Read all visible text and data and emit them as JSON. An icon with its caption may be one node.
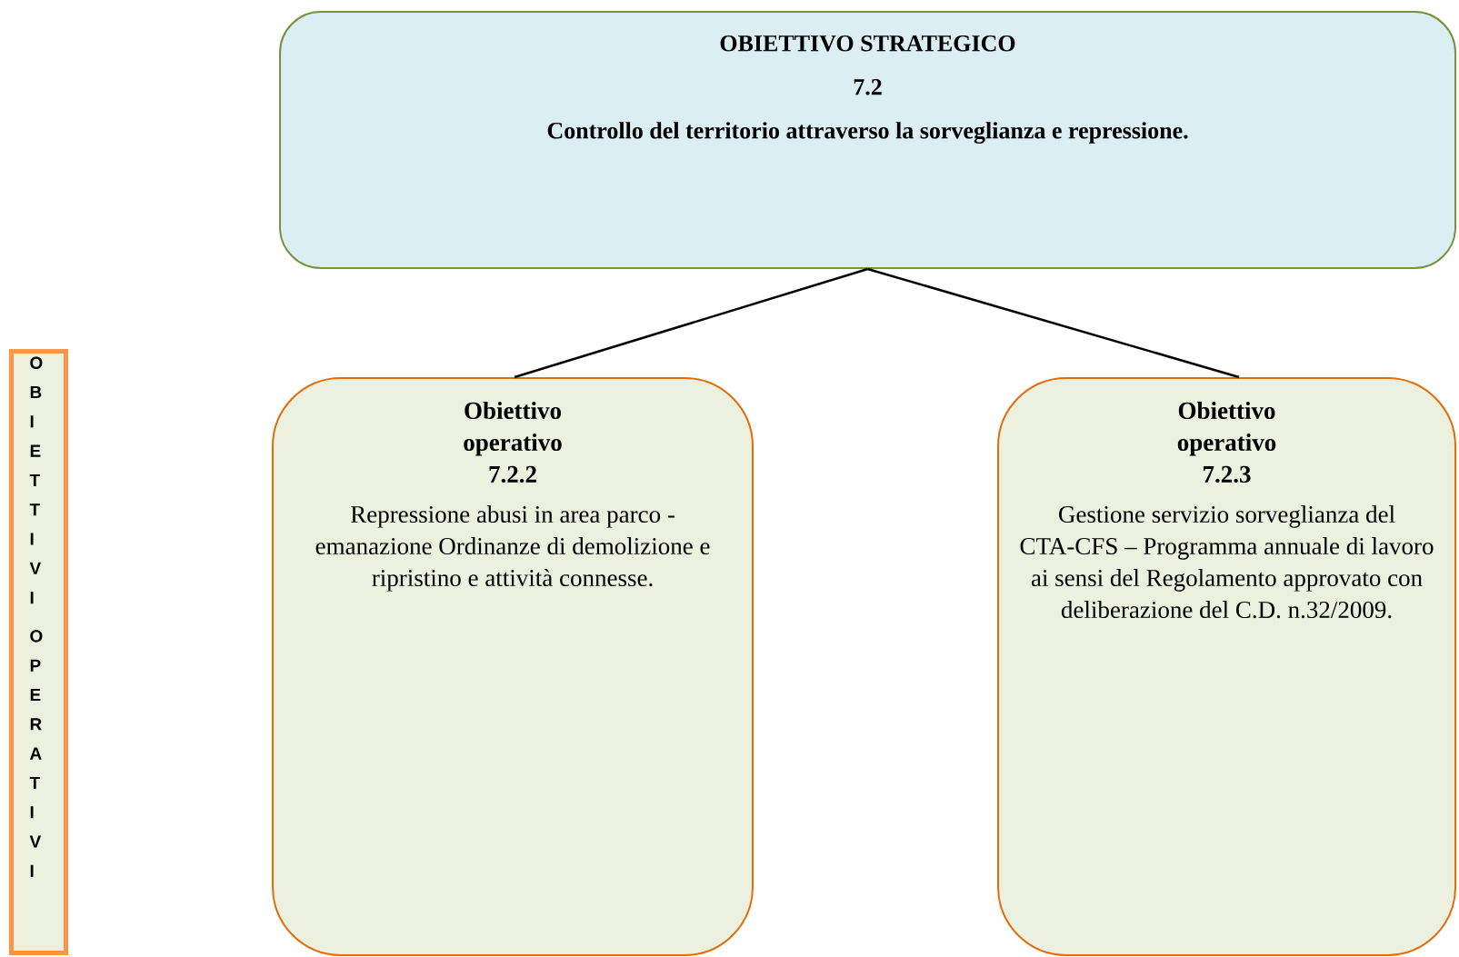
{
  "diagram": {
    "nodes": [
      {
        "text": [
          "OBIETTIVO STRATEGICO",
          "7.2",
          "Controllo del territorio attraverso la sorveglianza e repressione."
        ]
      },
      {
        "text": [
          "Obiettivo operativo 7.2.2",
          "Repressione abusi in area parco - emanazione Ordinanze di demolizione e ripristino e attività connesse."
        ]
      },
      {
        "text": [
          "Obiettivo operativo 7.2.3",
          "Gestione servizio sorveglianza del CTA-CFS – Programma annuale di lavoro ai sensi del Regolamento approvato con deliberazione del C.D. n.32/2009."
        ]
      },
      {
        "text": [
          "O B I E T T I V I",
          "O P E R A T I V I"
        ]
      }
    ],
    "edges": [
      {
        "from": 0,
        "to": 1,
        "arrow": "none"
      },
      {
        "from": 0,
        "to": 2,
        "arrow": "none"
      }
    ]
  }
}
